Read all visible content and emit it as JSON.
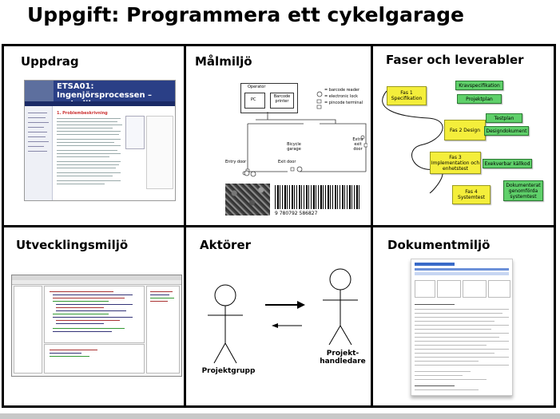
{
  "title": "Uppgift: Programmera ett cykelgarage",
  "cells": {
    "uppdrag": "Uppdrag",
    "malmiljo": "Målmiljö",
    "faser": "Faser och leverabler",
    "utveckling": "Utvecklingsmiljö",
    "aktorer": "Aktörer",
    "dokument": "Dokumentmiljö"
  },
  "uppdrag_thumb": {
    "line1": "ETSA01:",
    "line2": "Ingenjörsprocessen – metodik",
    "heading": "1. Problembeskrivning"
  },
  "malmiljo_diagram": {
    "operator": "Operator",
    "pc": "PC",
    "barcode_printer": "Barcode printer",
    "legend_barcode": "= barcode reader",
    "legend_lock": "= electronic lock",
    "legend_pin": "= pincode terminal",
    "bicycle_garage": "Bicycle garage",
    "extra_exit": "Extra exit door",
    "entry_door": "Entry door",
    "exit_door": "Exit door",
    "barcode_number": "9 780792 586827"
  },
  "faser_items": {
    "fas1": "Fas 1 Specifikation",
    "fas2": "Fas 2 Design",
    "fas3": "Fas 3 Implementation och enhetstest",
    "fas4": "Fas 4 Systemtest",
    "kravspec": "Kravspecifikation",
    "projektplan": "Projektplan",
    "testplan": "Testplan",
    "designdok": "Designdokument",
    "exekverbar": "Exekverbar källkod",
    "dokumenterat": "Dokumenterat genomförda systemtest"
  },
  "aktorer_labels": {
    "left": "Projektgrupp",
    "right": "Projekt-handledare"
  },
  "colors": {
    "sticky_yellow": "#f4ee3b",
    "sticky_green": "#5fd06a",
    "web_header": "#2a3f86"
  }
}
